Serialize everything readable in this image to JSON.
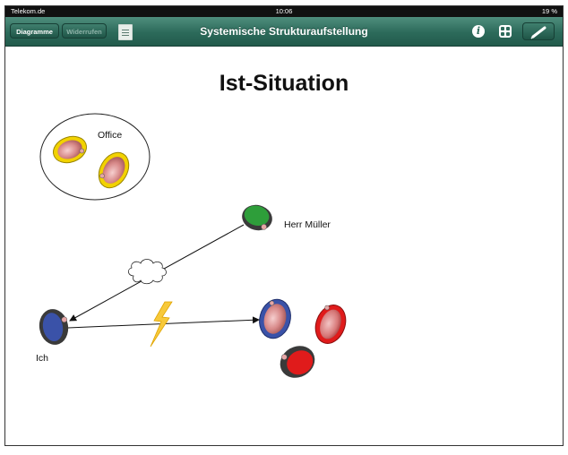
{
  "status_bar": {
    "carrier": "Telekom.de",
    "time": "10:06",
    "battery": "19 %"
  },
  "toolbar": {
    "diagrams_label": "Diagramme",
    "undo_label": "Widerrufen",
    "title": "Systemische Strukturaufstellung",
    "info_icon": "info-icon",
    "grid_icon": "grid-icon",
    "edit_icon": "pencil-icon"
  },
  "canvas": {
    "title": "Ist-Situation",
    "group_label": "Office",
    "person_labels": {
      "herr_mueller": "Herr Müller",
      "ich": "Ich"
    },
    "colors": {
      "accent": "#2c6a5a",
      "blue": "#3a52a8",
      "red": "#e01b1b",
      "green": "#2e9e3a",
      "yellow": "#f2d200"
    }
  }
}
